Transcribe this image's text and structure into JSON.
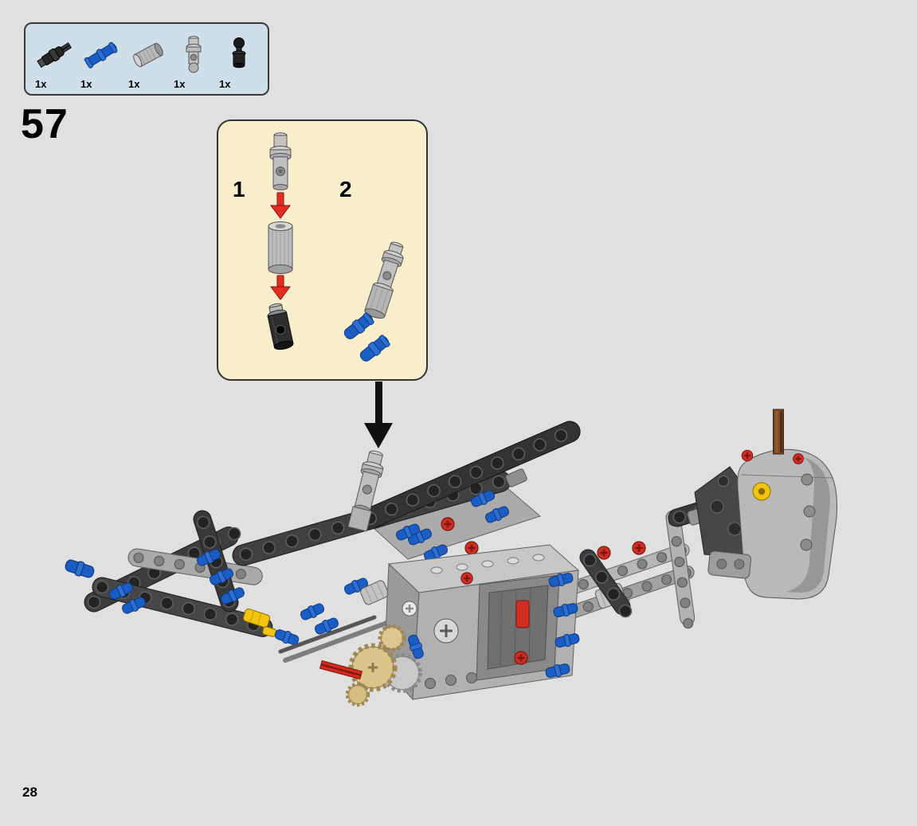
{
  "page": {
    "step_number": "57",
    "page_number": "28"
  },
  "parts_box": {
    "parts": [
      {
        "id": "black-axle-pin-connector",
        "count": "1x"
      },
      {
        "id": "blue-axle-pin-3l",
        "count": "1x"
      },
      {
        "id": "gray-driving-ring-sleeve",
        "count": "1x"
      },
      {
        "id": "gray-pin-connector-joint",
        "count": "1x"
      },
      {
        "id": "black-ball-pin",
        "count": "1x"
      }
    ]
  },
  "inset": {
    "sub_steps": [
      {
        "label": "1"
      },
      {
        "label": "2"
      }
    ]
  },
  "colors": {
    "page_background": "#e0e0e0",
    "parts_box_background": "#cfdfea",
    "inset_background": "#f9eecb",
    "arrow_red": "#e12d22",
    "lego_blue": "#1a5dc4",
    "lego_yellow": "#f1c40f",
    "lego_red": "#ce2d22",
    "lego_tan": "#dac489",
    "lego_brown": "#7a4a26",
    "lego_dark_gray": "#3d3d3d",
    "lego_light_gray": "#b5b5b5"
  }
}
